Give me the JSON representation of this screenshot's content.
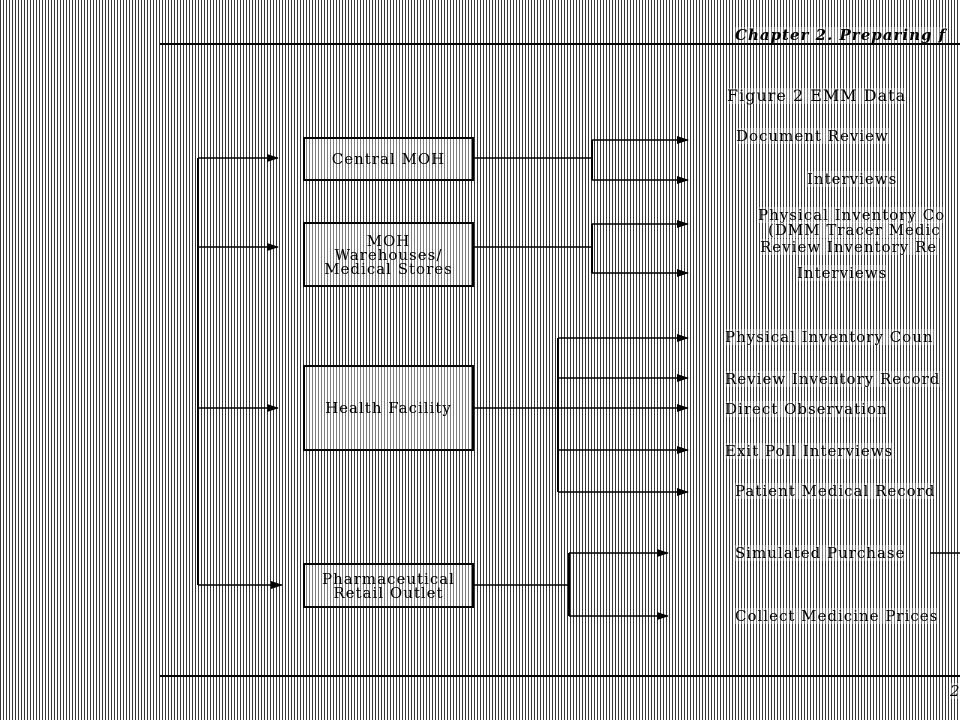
{
  "header": {
    "chapter_title": "Chapter 2. Preparing f"
  },
  "figure": {
    "caption": "Figure 2   EMM Data"
  },
  "sources": {
    "central_moh": "Central MOH",
    "moh_warehouses": "MOH\nWarehouses/\nMedical Stores",
    "health_facility": "Health Facility",
    "pharmaceutical_retail": "Pharmaceutical\nRetail Outlet"
  },
  "methods": {
    "document_review": "Document Review",
    "interviews_1": "Interviews",
    "physical_inventory_count": "Physical Inventory Co",
    "dmm_tracer": "(DMM Tracer Medic",
    "review_inventory_records_1": "Review Inventory Re",
    "interviews_2": "Interviews",
    "physical_inventory_count_2": "Physical Inventory Coun",
    "review_inventory_records_2": "Review Inventory Record",
    "direct_observation": "Direct Observation",
    "exit_poll_interviews": "Exit Poll Interviews",
    "patient_medical_records": "Patient Medical Record",
    "simulated_purchase": "Simulated Purchase",
    "collect_medicine_prices": "Collect Medicine Prices"
  },
  "footer": {
    "page_number": "2"
  }
}
